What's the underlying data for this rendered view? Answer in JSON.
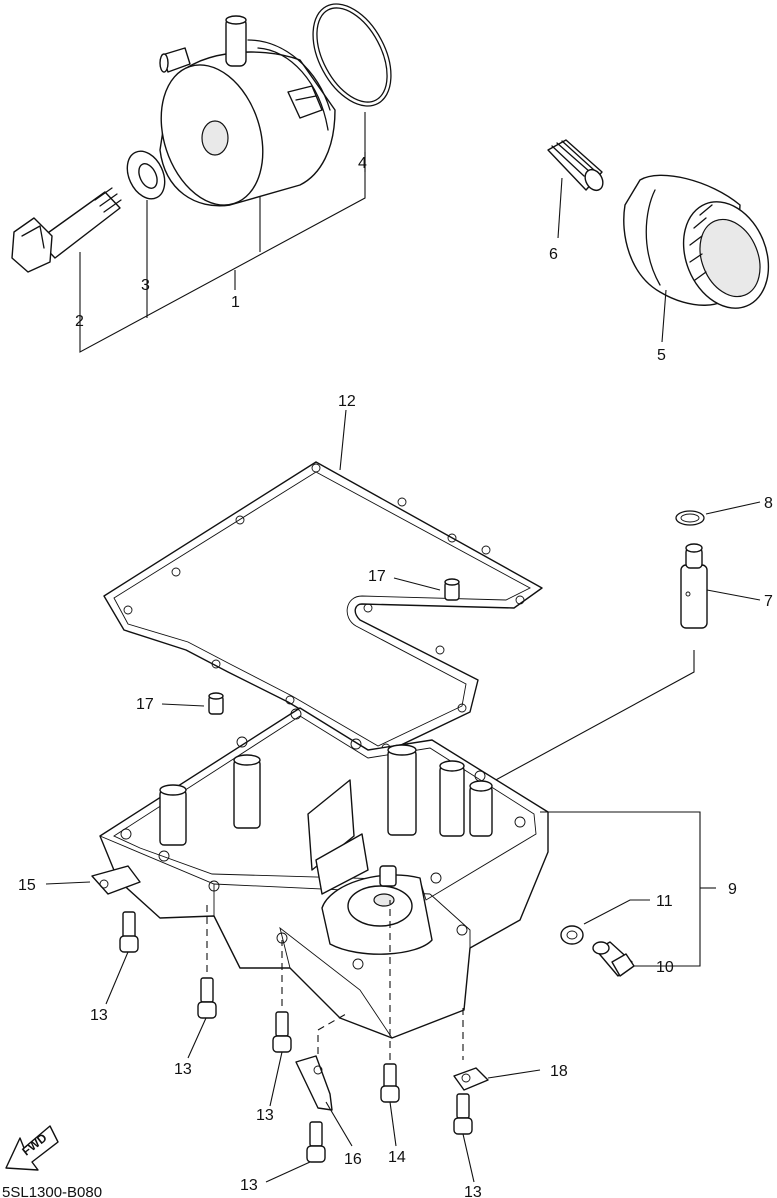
{
  "diagram": {
    "labels": {
      "p1": "1",
      "p2": "2",
      "p3": "3",
      "p4": "4",
      "p5": "5",
      "p6": "6",
      "p7": "7",
      "p8": "8",
      "p9": "9",
      "p10": "10",
      "p11": "11",
      "p12": "12",
      "p13a": "13",
      "p13b": "13",
      "p13c": "13",
      "p13d": "13",
      "p13e": "13",
      "p14": "14",
      "p15": "15",
      "p16": "16",
      "p17a": "17",
      "p17b": "17",
      "p18": "18"
    },
    "fwd_text": "FWD",
    "drawing_code": "5SL1300-B080"
  }
}
